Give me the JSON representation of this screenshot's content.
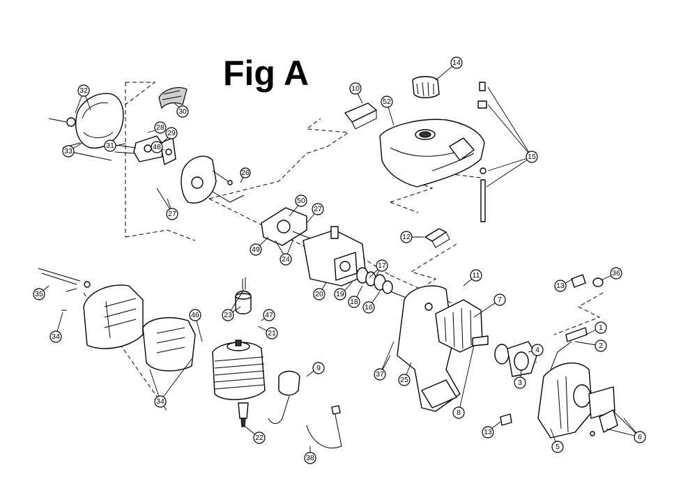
{
  "title": "Fig A",
  "callouts": {
    "c1": "1",
    "c2": "2",
    "c3": "3",
    "c4": "4",
    "c5": "5",
    "c6": "6",
    "c7": "7",
    "c8": "8",
    "c9": "9",
    "c10": "10",
    "c11": "11",
    "c12": "12",
    "c13a": "13",
    "c13b": "13",
    "c14": "14",
    "c15": "15",
    "c16": "16",
    "c17": "17",
    "c18": "18",
    "c19": "19",
    "c20": "20",
    "c21": "21",
    "c22": "22",
    "c23": "23",
    "c24": "24",
    "c25": "25",
    "c26": "26",
    "c27a": "27",
    "c27b": "27",
    "c28": "28",
    "c29": "29",
    "c30": "30",
    "c31": "31",
    "c32": "32",
    "c33": "33",
    "c34a": "34",
    "c34b": "34",
    "c35": "35",
    "c36": "36",
    "c37": "37",
    "c38": "38",
    "c46": "46",
    "c47": "47",
    "c48": "48",
    "c49": "49",
    "c50": "50",
    "c52": "52"
  }
}
